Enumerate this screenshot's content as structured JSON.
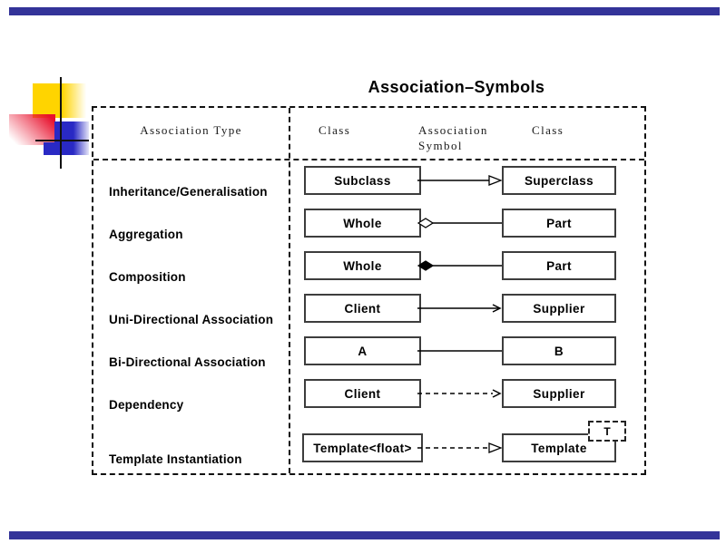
{
  "slide": {
    "title": "Association–Symbols",
    "accent_color": "#333399",
    "logo_colors": {
      "yellow": "#ffd400",
      "red": "#e8112d",
      "blue": "#2929c4"
    }
  },
  "table": {
    "headers": {
      "type": "Association Type",
      "class_left": "Class",
      "symbol": "Association Symbol",
      "class_right": "Class"
    },
    "rows": [
      {
        "label": "Inheritance/Generalisation",
        "left_class": "Subclass",
        "right_class": "Superclass",
        "symbol": "solid line with hollow triangle arrowhead pointing to superclass"
      },
      {
        "label": "Aggregation",
        "left_class": "Whole",
        "right_class": "Part",
        "symbol": "solid line with hollow diamond at whole end"
      },
      {
        "label": "Composition",
        "left_class": "Whole",
        "right_class": "Part",
        "symbol": "solid line with filled diamond at whole end"
      },
      {
        "label": "Uni-Directional Association",
        "left_class": "Client",
        "right_class": "Supplier",
        "symbol": "solid line with open arrowhead pointing to supplier"
      },
      {
        "label": "Bi-Directional Association",
        "left_class": "A",
        "right_class": "B",
        "symbol": "plain solid line"
      },
      {
        "label": "Dependency",
        "left_class": "Client",
        "right_class": "Supplier",
        "symbol": "dashed line with open arrowhead pointing to supplier"
      },
      {
        "label": "Template Instantiation",
        "left_class": "Template<float>",
        "right_class": "Template",
        "param_label": "T",
        "symbol": "dashed line with hollow triangle arrowhead pointing to template"
      }
    ]
  }
}
